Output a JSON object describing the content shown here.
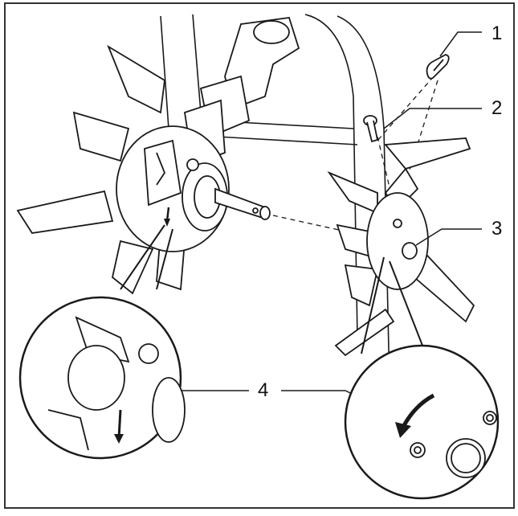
{
  "figure": {
    "callouts": [
      {
        "id": "c1",
        "label": "1"
      },
      {
        "id": "c2",
        "label": "2"
      },
      {
        "id": "c3",
        "label": "3"
      },
      {
        "id": "c4",
        "label": "4"
      }
    ]
  },
  "colors": {
    "line": "#1a1a1a",
    "fill": "#ffffff",
    "shade": "#d9d9d9",
    "frame": "#333333"
  }
}
